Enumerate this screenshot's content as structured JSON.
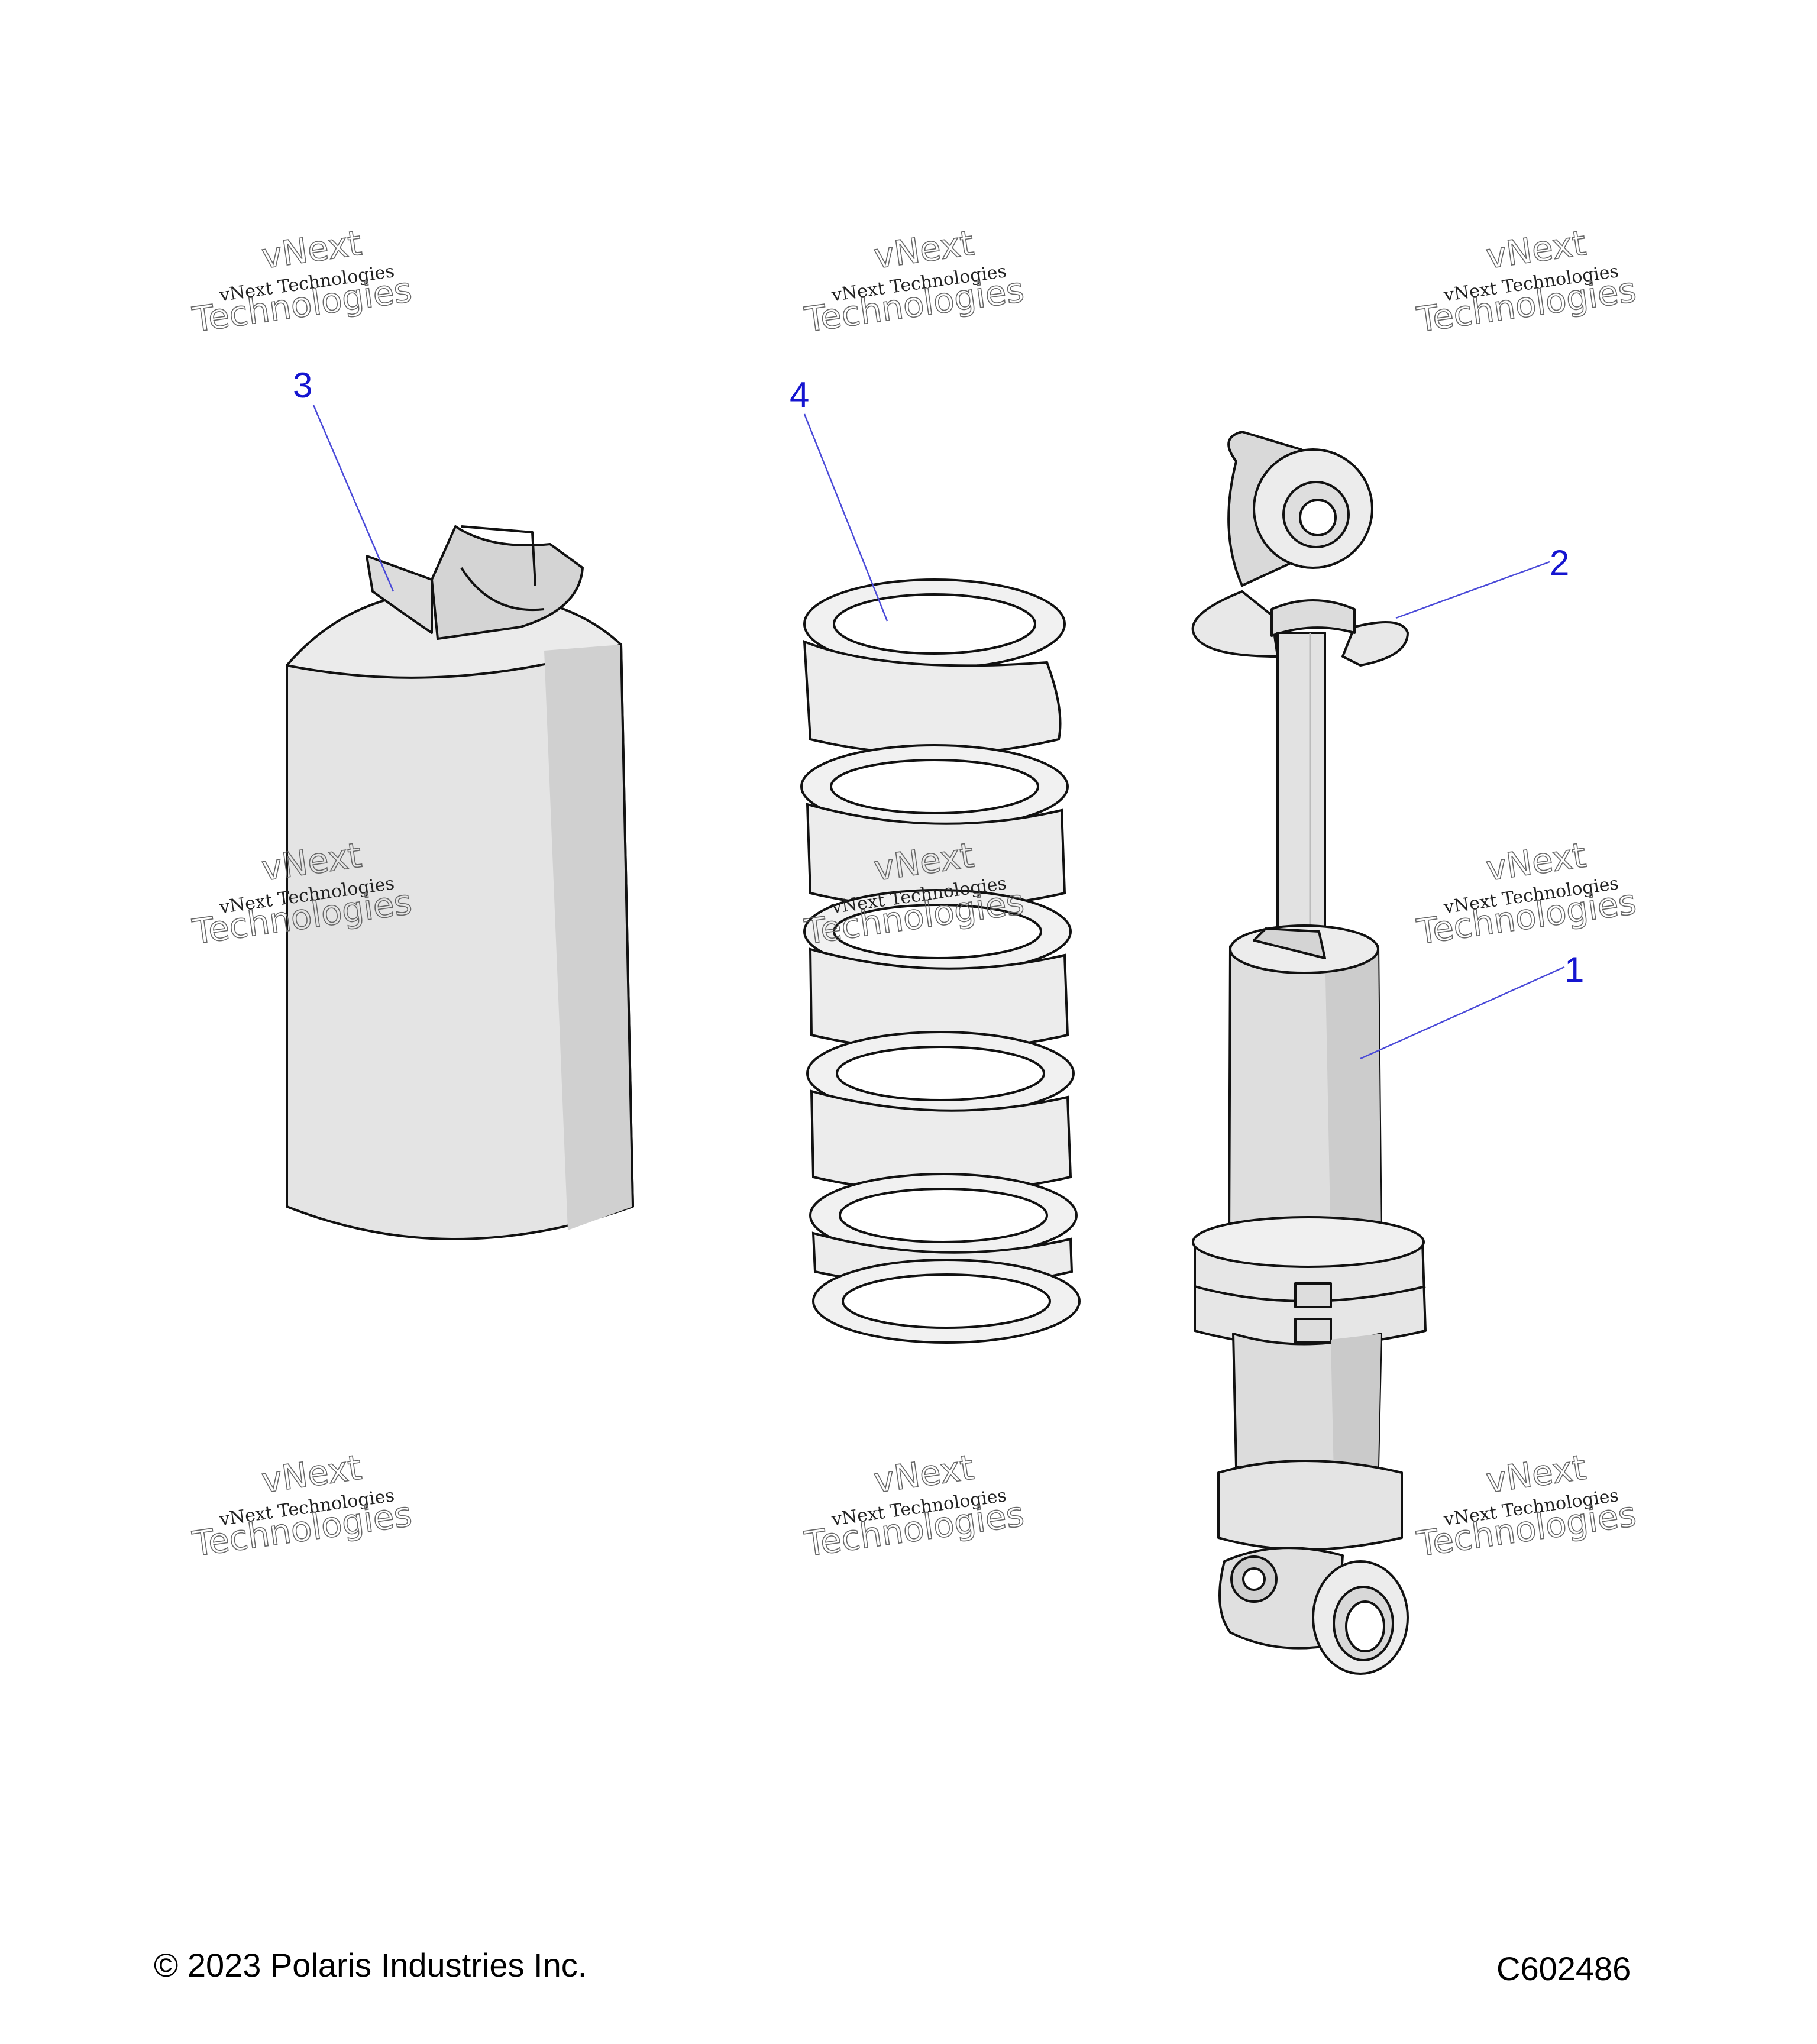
{
  "callouts": [
    {
      "number": "1",
      "part": "shock absorber"
    },
    {
      "number": "2",
      "part": "spring retainer"
    },
    {
      "number": "3",
      "part": "shock cover"
    },
    {
      "number": "4",
      "part": "coil spring"
    }
  ],
  "watermark": {
    "line1": "vNext Technologies",
    "line2a": "vNext",
    "line2b": "Technologies"
  },
  "footer": {
    "copyright": "© 2023 Polaris Industries Inc.",
    "drawing_id": "C602486"
  },
  "colors": {
    "callout_text": "#1515d0",
    "leader_line": "#4a4ad8",
    "part_fill": "#e4e4e4",
    "part_shadow": "#cfcfcf",
    "outline": "#111111"
  }
}
